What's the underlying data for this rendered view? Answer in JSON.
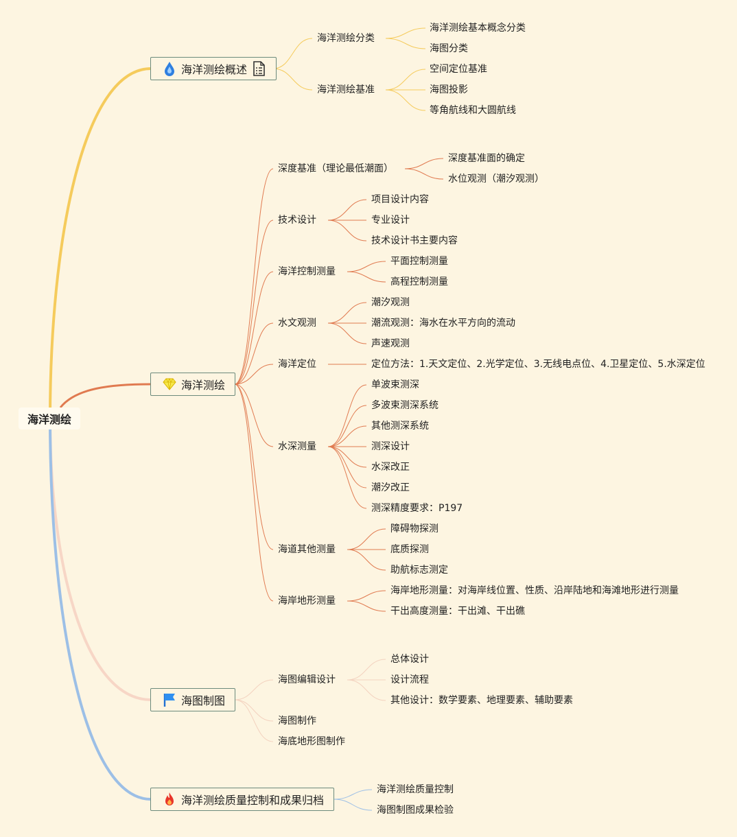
{
  "root": "海洋测绘",
  "branches": [
    {
      "label": "海洋测绘概述",
      "icon": "water-drop-icon",
      "color": "#f5cb5c",
      "topics": [
        {
          "label": "海洋测绘分类",
          "items": [
            "海洋测绘基本概念分类",
            "海图分类"
          ]
        },
        {
          "label": "海洋测绘基准",
          "items": [
            "空间定位基准",
            "海图投影",
            "等角航线和大圆航线"
          ]
        }
      ]
    },
    {
      "label": "海洋测绘",
      "icon": "diamond-icon",
      "color": "#e07a50",
      "topics": [
        {
          "label": "深度基准（理论最低潮面）",
          "items": [
            "深度基准面的确定",
            "水位观测（潮汐观测）"
          ]
        },
        {
          "label": "技术设计",
          "items": [
            "项目设计内容",
            "专业设计",
            "技术设计书主要内容"
          ]
        },
        {
          "label": "海洋控制测量",
          "items": [
            "平面控制测量",
            "高程控制测量"
          ]
        },
        {
          "label": "水文观测",
          "items": [
            "潮汐观测",
            "潮流观测：海水在水平方向的流动",
            "声速观测"
          ]
        },
        {
          "label": "海洋定位",
          "items": [
            "定位方法：1.天文定位、2.光学定位、3.无线电点位、4.卫星定位、5.水深定位"
          ]
        },
        {
          "label": "水深测量",
          "items": [
            "单波束测深",
            "多波束测深系统",
            "其他测深系统",
            "测深设计",
            "水深改正",
            "潮汐改正",
            "测深精度要求：P197"
          ]
        },
        {
          "label": "海道其他测量",
          "items": [
            "障碍物探测",
            "底质探测",
            "助航标志测定"
          ]
        },
        {
          "label": "海岸地形测量",
          "items": [
            "海岸地形测量：对海岸线位置、性质、沿岸陆地和海滩地形进行测量",
            "干出高度测量：干出滩、干出礁"
          ]
        }
      ]
    },
    {
      "label": "海图制图",
      "icon": "flag-icon",
      "color": "#f7d6c6",
      "topics": [
        {
          "label": "海图编辑设计",
          "items": [
            "总体设计",
            "设计流程",
            "其他设计：数学要素、地理要素、辅助要素"
          ]
        },
        {
          "label": "海图制作",
          "items": []
        },
        {
          "label": "海底地形图制作",
          "items": []
        }
      ]
    },
    {
      "label": "海洋测绘质量控制和成果归档",
      "icon": "fire-icon",
      "color": "#9cbfe6",
      "topics": [
        {
          "label": "海洋测绘质量控制",
          "items": []
        },
        {
          "label": "海图制图成果检验",
          "items": []
        }
      ]
    }
  ]
}
